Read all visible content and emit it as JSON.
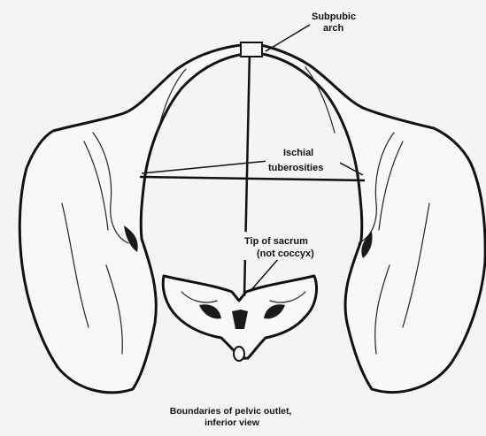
{
  "labels": {
    "subpubic_arch": [
      "Subpubic",
      "arch"
    ],
    "ischial_tuberosities": [
      "Ischial",
      "tuberosities"
    ],
    "tip_of_sacrum": [
      "Tip of sacrum",
      "(not coccyx)"
    ]
  },
  "caption": [
    "Boundaries of pelvic outlet,",
    "inferior view"
  ]
}
